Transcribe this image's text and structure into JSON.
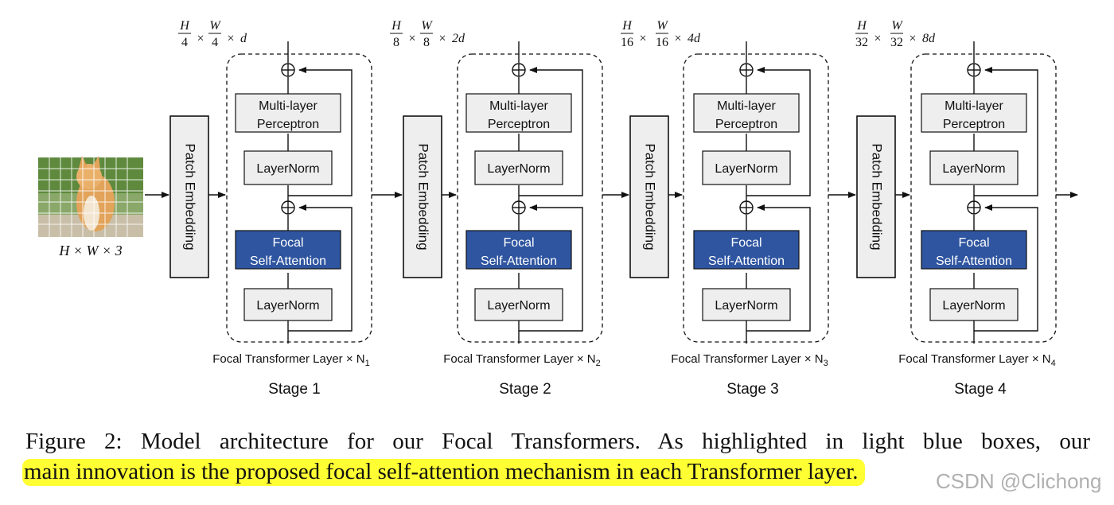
{
  "colors": {
    "focal_fill": "#2f55a0",
    "box_fill": "#eeeeee",
    "highlight": "#ffff33",
    "watermark": "#999999"
  },
  "input": {
    "image_subject": "kitten photo with grid",
    "label": "H × W × 3"
  },
  "patch_embedding_label": "Patch Embedding",
  "block_labels": {
    "mlp_line1": "Multi-layer",
    "mlp_line2": "Perceptron",
    "layernorm": "LayerNorm",
    "focal_line1": "Focal",
    "focal_line2": "Self-Attention",
    "layer_repeat": "Focal Transformer Layer ×"
  },
  "stages": [
    {
      "name": "Stage 1",
      "dim_h": "H",
      "dim_h_den": "4",
      "dim_w": "W",
      "dim_w_den": "4",
      "dim_c": "d",
      "repeat": "N",
      "repeat_sub": "1"
    },
    {
      "name": "Stage 2",
      "dim_h": "H",
      "dim_h_den": "8",
      "dim_w": "W",
      "dim_w_den": "8",
      "dim_c": "2d",
      "repeat": "N",
      "repeat_sub": "2"
    },
    {
      "name": "Stage 3",
      "dim_h": "H",
      "dim_h_den": "16",
      "dim_w": "W",
      "dim_w_den": "16",
      "dim_c": "4d",
      "repeat": "N",
      "repeat_sub": "3"
    },
    {
      "name": "Stage 4",
      "dim_h": "H",
      "dim_h_den": "32",
      "dim_w": "W",
      "dim_w_den": "32",
      "dim_c": "8d",
      "repeat": "N",
      "repeat_sub": "4"
    }
  ],
  "caption": {
    "line1": "Figure 2: Model architecture for our Focal Transformers. As highlighted in light blue boxes, our",
    "line2": "main innovation is the proposed focal self-attention mechanism in each Transformer layer."
  },
  "watermark": "CSDN @Clichong"
}
